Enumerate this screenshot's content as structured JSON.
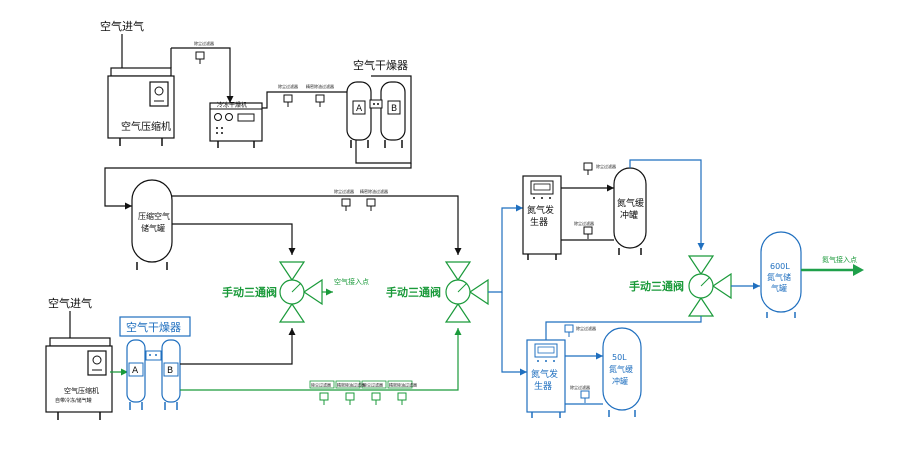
{
  "labels": {
    "air_inlet_top": "空气进气",
    "air_compressor_top": "空气压缩机",
    "refrigerated_dryer": "冷冻干燥机",
    "air_dryer_top": "空气干燥器",
    "dryer_tower_a": "A",
    "dryer_tower_b": "B",
    "compressed_air_tank_line1": "压缩空气",
    "compressed_air_tank_line2": "储气罐",
    "manual_valve_1": "手动三通阀",
    "air_outlet_1": "空气接入点",
    "manual_valve_2": "手动三通阀",
    "manual_valve_3": "手动三通阀",
    "air_inlet_bottom": "空气进气",
    "air_compressor_bottom_line1": "空气压缩机",
    "air_compressor_bottom_line2": "自带冷冻/储气罐",
    "air_dryer_bottom": "空气干燥器",
    "n2_generator_1_line1": "氮气发",
    "n2_generator_1_line2": "生器",
    "n2_buffer_1_line1": "氮气缓",
    "n2_buffer_1_line2": "冲罐",
    "n2_generator_2_line1": "氮气发",
    "n2_generator_2_line2": "生器",
    "n2_buffer_2_line1": "50L",
    "n2_buffer_2_line2": "氮气缓",
    "n2_buffer_2_line3": "冲罐",
    "n2_storage_line1": "600L",
    "n2_storage_line2": "氮气储",
    "n2_storage_line3": "气罐",
    "n2_outlet": "氮气接入点",
    "filter_tag": "除尘过滤器",
    "filter_tag_2": "精密除油过滤器"
  },
  "colors": {
    "black_line": "#111111",
    "green_line": "#1a9a3a",
    "blue_line": "#1f6fbf",
    "n2_arrow": "#1fa04a"
  }
}
